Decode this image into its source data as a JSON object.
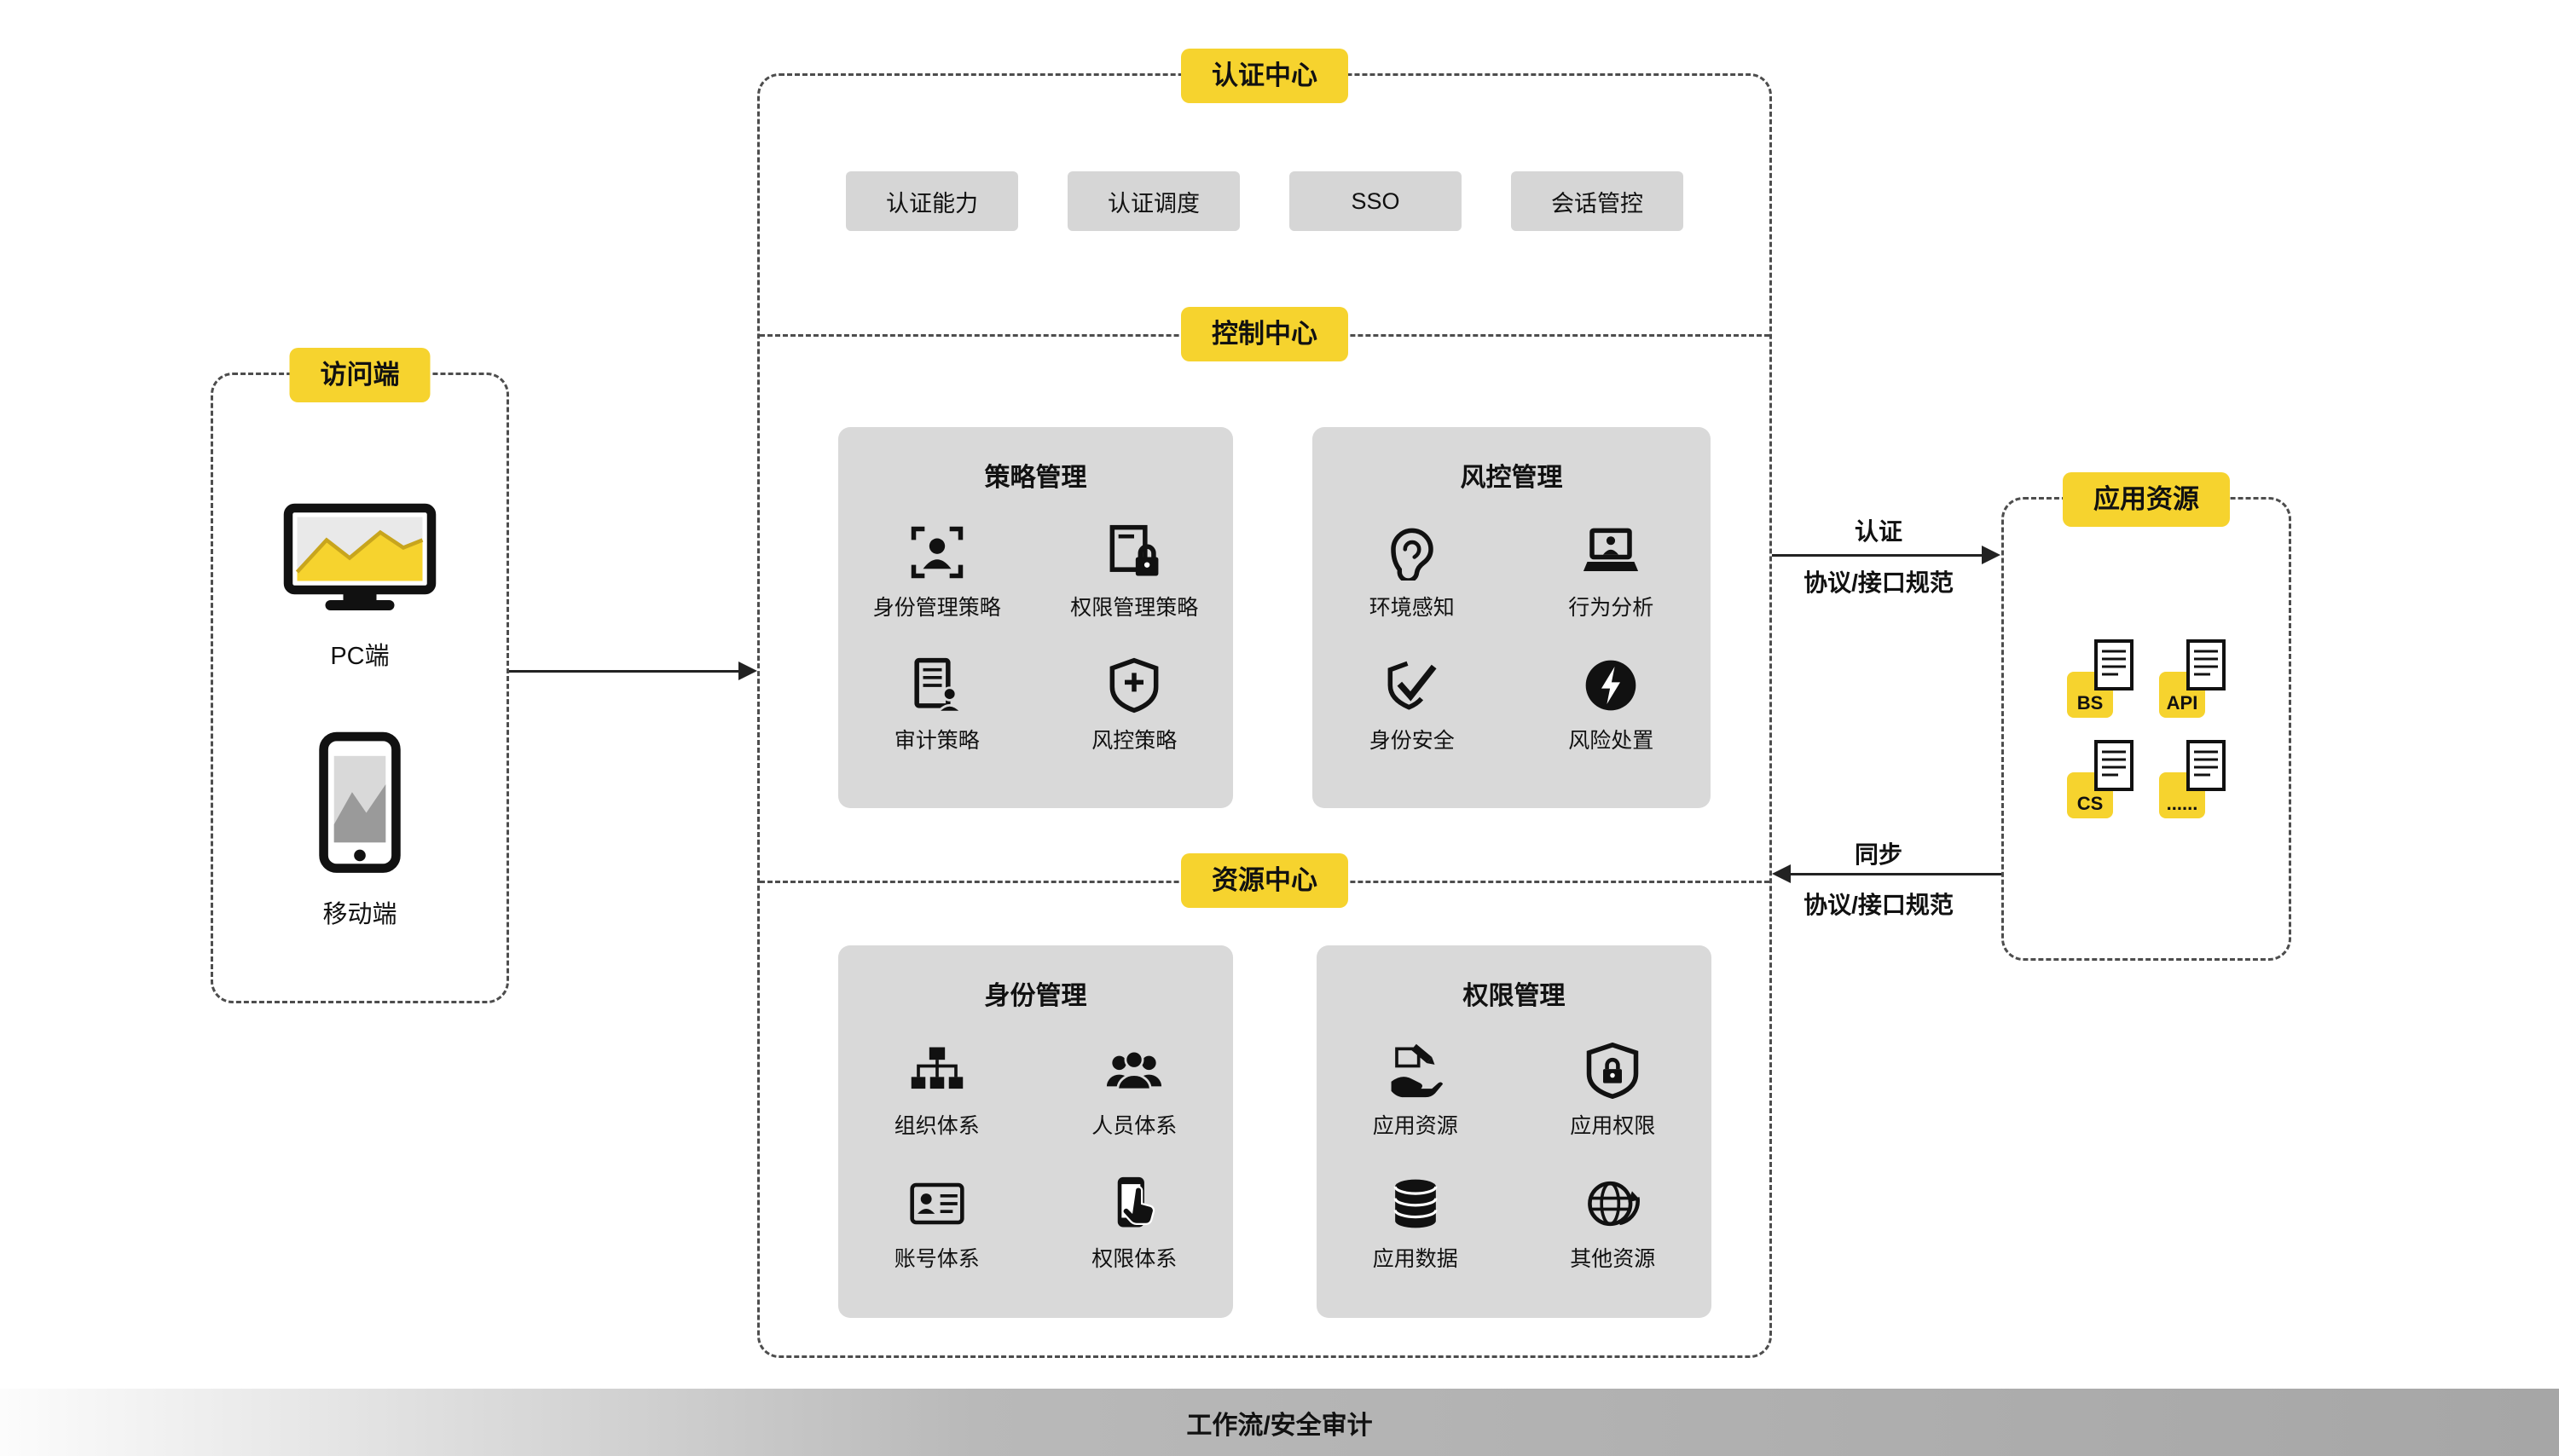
{
  "access": {
    "label": "访问端",
    "items": [
      {
        "icon": "pc-monitor-icon",
        "label": "PC端"
      },
      {
        "icon": "mobile-phone-icon",
        "label": "移动端"
      }
    ]
  },
  "auth_center": {
    "label": "认证中心",
    "buttons": [
      {
        "label": "认证能力"
      },
      {
        "label": "认证调度"
      },
      {
        "label": "SSO"
      },
      {
        "label": "会话管控"
      }
    ]
  },
  "control_center": {
    "label": "控制中心",
    "panels": [
      {
        "title": "策略管理",
        "items": [
          {
            "icon": "identity-scan-icon",
            "label": "身份管理策略"
          },
          {
            "icon": "document-lock-icon",
            "label": "权限管理策略"
          },
          {
            "icon": "audit-document-icon",
            "label": "审计策略"
          },
          {
            "icon": "shield-plus-icon",
            "label": "风控策略"
          }
        ]
      },
      {
        "title": "风控管理",
        "items": [
          {
            "icon": "ear-icon",
            "label": "环境感知"
          },
          {
            "icon": "laptop-user-icon",
            "label": "行为分析"
          },
          {
            "icon": "shield-check-icon",
            "label": "身份安全"
          },
          {
            "icon": "lightning-icon",
            "label": "风险处置"
          }
        ]
      }
    ]
  },
  "resource_center": {
    "label": "资源中心",
    "panels": [
      {
        "title": "身份管理",
        "items": [
          {
            "icon": "org-tree-icon",
            "label": "组织体系"
          },
          {
            "icon": "people-group-icon",
            "label": "人员体系"
          },
          {
            "icon": "id-card-icon",
            "label": "账号体系"
          },
          {
            "icon": "touch-phone-icon",
            "label": "权限体系"
          }
        ]
      },
      {
        "title": "权限管理",
        "items": [
          {
            "icon": "hand-edit-icon",
            "label": "应用资源"
          },
          {
            "icon": "shield-lock-icon",
            "label": "应用权限"
          },
          {
            "icon": "database-icon",
            "label": "应用数据"
          },
          {
            "icon": "globe-sync-icon",
            "label": "其他资源"
          }
        ]
      }
    ]
  },
  "app_resources": {
    "label": "应用资源",
    "files": [
      {
        "label": "BS"
      },
      {
        "label": "API"
      },
      {
        "label": "CS"
      },
      {
        "label": "......"
      }
    ]
  },
  "connections": {
    "auth": {
      "title": "认证",
      "subtitle": "协议/接口规范"
    },
    "sync": {
      "title": "同步",
      "subtitle": "协议/接口规范"
    }
  },
  "footer": {
    "label": "工作流/安全审计"
  },
  "colors": {
    "accent_yellow": "#F6D32E",
    "panel_gray": "#D9D9D9",
    "chip_gray": "#D6D6D6"
  }
}
